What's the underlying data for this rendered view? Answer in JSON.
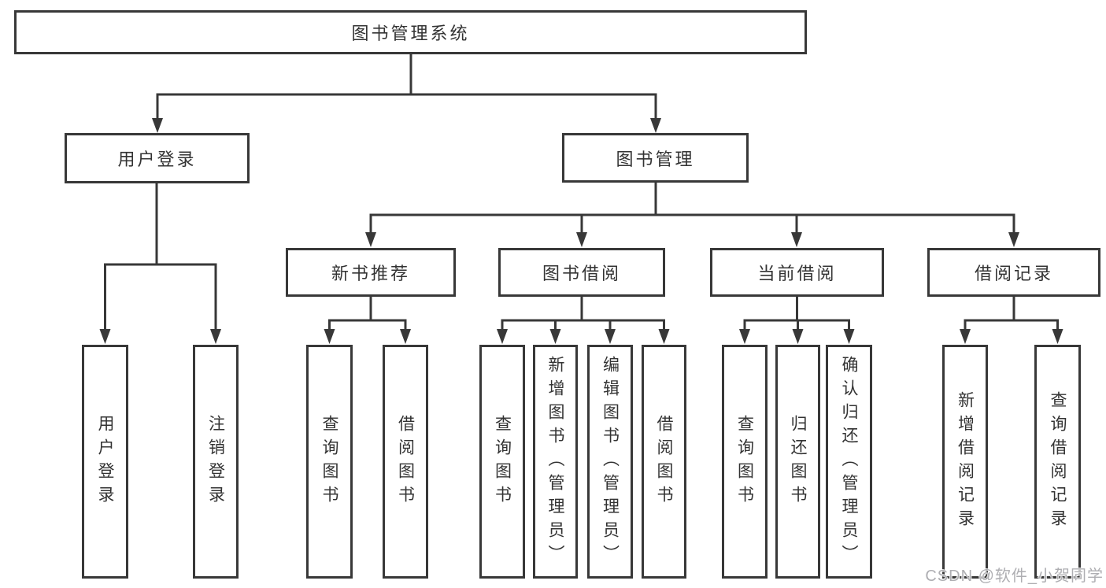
{
  "tree": {
    "root": {
      "label": "图书管理系统",
      "children": [
        {
          "label": "用户登录",
          "children": [
            {
              "label": "用户登录"
            },
            {
              "label": "注销登录"
            }
          ]
        },
        {
          "label": "图书管理",
          "children": [
            {
              "label": "新书推荐",
              "children": [
                {
                  "label": "查询图书"
                },
                {
                  "label": "借阅图书"
                }
              ]
            },
            {
              "label": "图书借阅",
              "children": [
                {
                  "label": "查询图书"
                },
                {
                  "label": "新增图书（管理员）"
                },
                {
                  "label": "编辑图书（管理员）"
                },
                {
                  "label": "借阅图书"
                }
              ]
            },
            {
              "label": "当前借阅",
              "children": [
                {
                  "label": "查询图书"
                },
                {
                  "label": "归还图书"
                },
                {
                  "label": "确认归还（管理员）"
                }
              ]
            },
            {
              "label": "借阅记录",
              "children": [
                {
                  "label": "新增借阅记录"
                },
                {
                  "label": "查询借阅记录"
                }
              ]
            }
          ]
        }
      ]
    }
  },
  "watermark": {
    "text": "CSDN @软件_小贺同学"
  },
  "colors": {
    "line": "#383838",
    "text": "#333333",
    "watermark": "#aeaeb2"
  }
}
